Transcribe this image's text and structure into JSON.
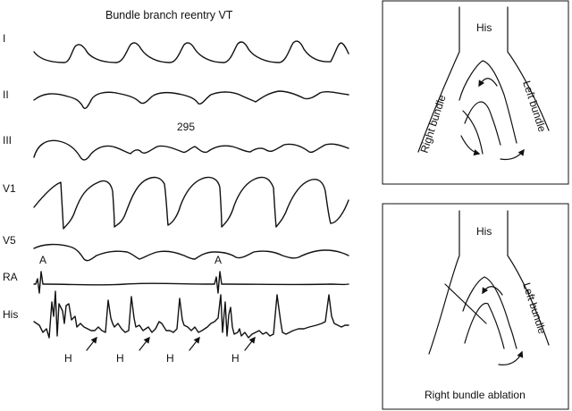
{
  "figure": {
    "title": "Bundle branch reentry VT",
    "leads": [
      "I",
      "II",
      "III",
      "V1",
      "V5",
      "RA",
      "His"
    ],
    "interval": "295",
    "atrial_marker": "A",
    "his_marker": "H",
    "top_panel": {
      "his": "His",
      "right_bundle": "Right bundle",
      "left_bundle": "Left bundle"
    },
    "bottom_panel": {
      "his": "His",
      "left_bundle": "Left bundle",
      "caption": "Right bundle ablation"
    }
  }
}
